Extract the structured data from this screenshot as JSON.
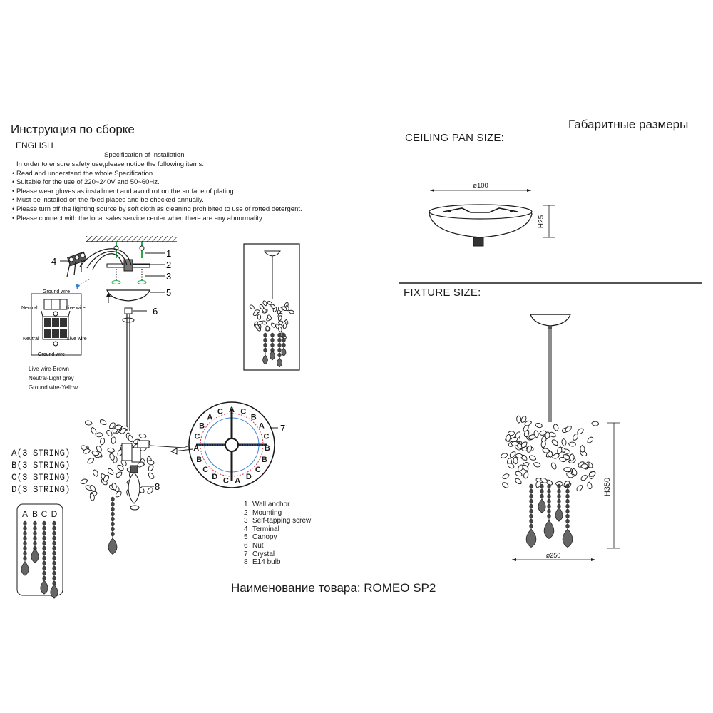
{
  "header": {
    "assembly_title": "Инструкция по сборке",
    "dimensions_title": "Габаритные размеры",
    "language": "ENGLISH"
  },
  "specification": {
    "title": "Specification of Installation",
    "lines": [
      "In order to ensure safety use,please notice the following items:",
      "• Read and understand the whole Specification.",
      "• Suitable for the use of 220~240V and 50~60Hz.",
      "• Please wear gloves as installment and avoid rot on the surface of plating.",
      "• Must be installed on the fixed places and be checked annually.",
      "• Please turn off the lighting source by soft cloth as cleaning prohibited to use of rotted detergent.",
      "• Please connect with the local sales service center when there are any abnormality."
    ]
  },
  "wiring": {
    "ground_top": "Ground wire",
    "ground_bottom": "Ground wire",
    "neutral_top": "Neutral",
    "neutral_bottom": "Neutral",
    "live_top": "Live wire",
    "live_bottom": "Live wire",
    "legend": [
      "Live wire-Brown",
      "Neutral-Light grey",
      "Ground wire-Yellow"
    ]
  },
  "callouts": [
    "1",
    "2",
    "3",
    "4",
    "5",
    "6",
    "7",
    "8"
  ],
  "strings": {
    "list": [
      "A(3 STRING)",
      "B(3 STRING)",
      "C(3 STRING)",
      "D(3 STRING)"
    ],
    "letters": [
      "A",
      "B",
      "C",
      "D"
    ]
  },
  "ring_letters": [
    "A",
    "C",
    "B",
    "A",
    "C",
    "B",
    "B",
    "C",
    "D",
    "A",
    "C",
    "D",
    "C",
    "B",
    "A",
    "C",
    "B",
    "A",
    "C"
  ],
  "parts": [
    {
      "num": "1",
      "name": "Wall anchor"
    },
    {
      "num": "2",
      "name": "Mounting"
    },
    {
      "num": "3",
      "name": "Self-tapping screw"
    },
    {
      "num": "4",
      "name": "Terminal"
    },
    {
      "num": "5",
      "name": "Canopy"
    },
    {
      "num": "6",
      "name": "Nut"
    },
    {
      "num": "7",
      "name": "Crystal"
    },
    {
      "num": "8",
      "name": "E14  bulb"
    }
  ],
  "ceiling": {
    "label": "CEILING PAN SIZE:",
    "diameter": "ø100",
    "height": "H25"
  },
  "fixture": {
    "label": "FIXTURE SIZE:",
    "height": "H350",
    "diameter": "ø250"
  },
  "product": {
    "name": "Наименование товара: ROMEO SP2"
  },
  "colors": {
    "line": "#1a1a1a",
    "ground_accent": "#2aa84a",
    "blue_accent": "#3b7fd0",
    "red_accent": "#d9384a"
  }
}
